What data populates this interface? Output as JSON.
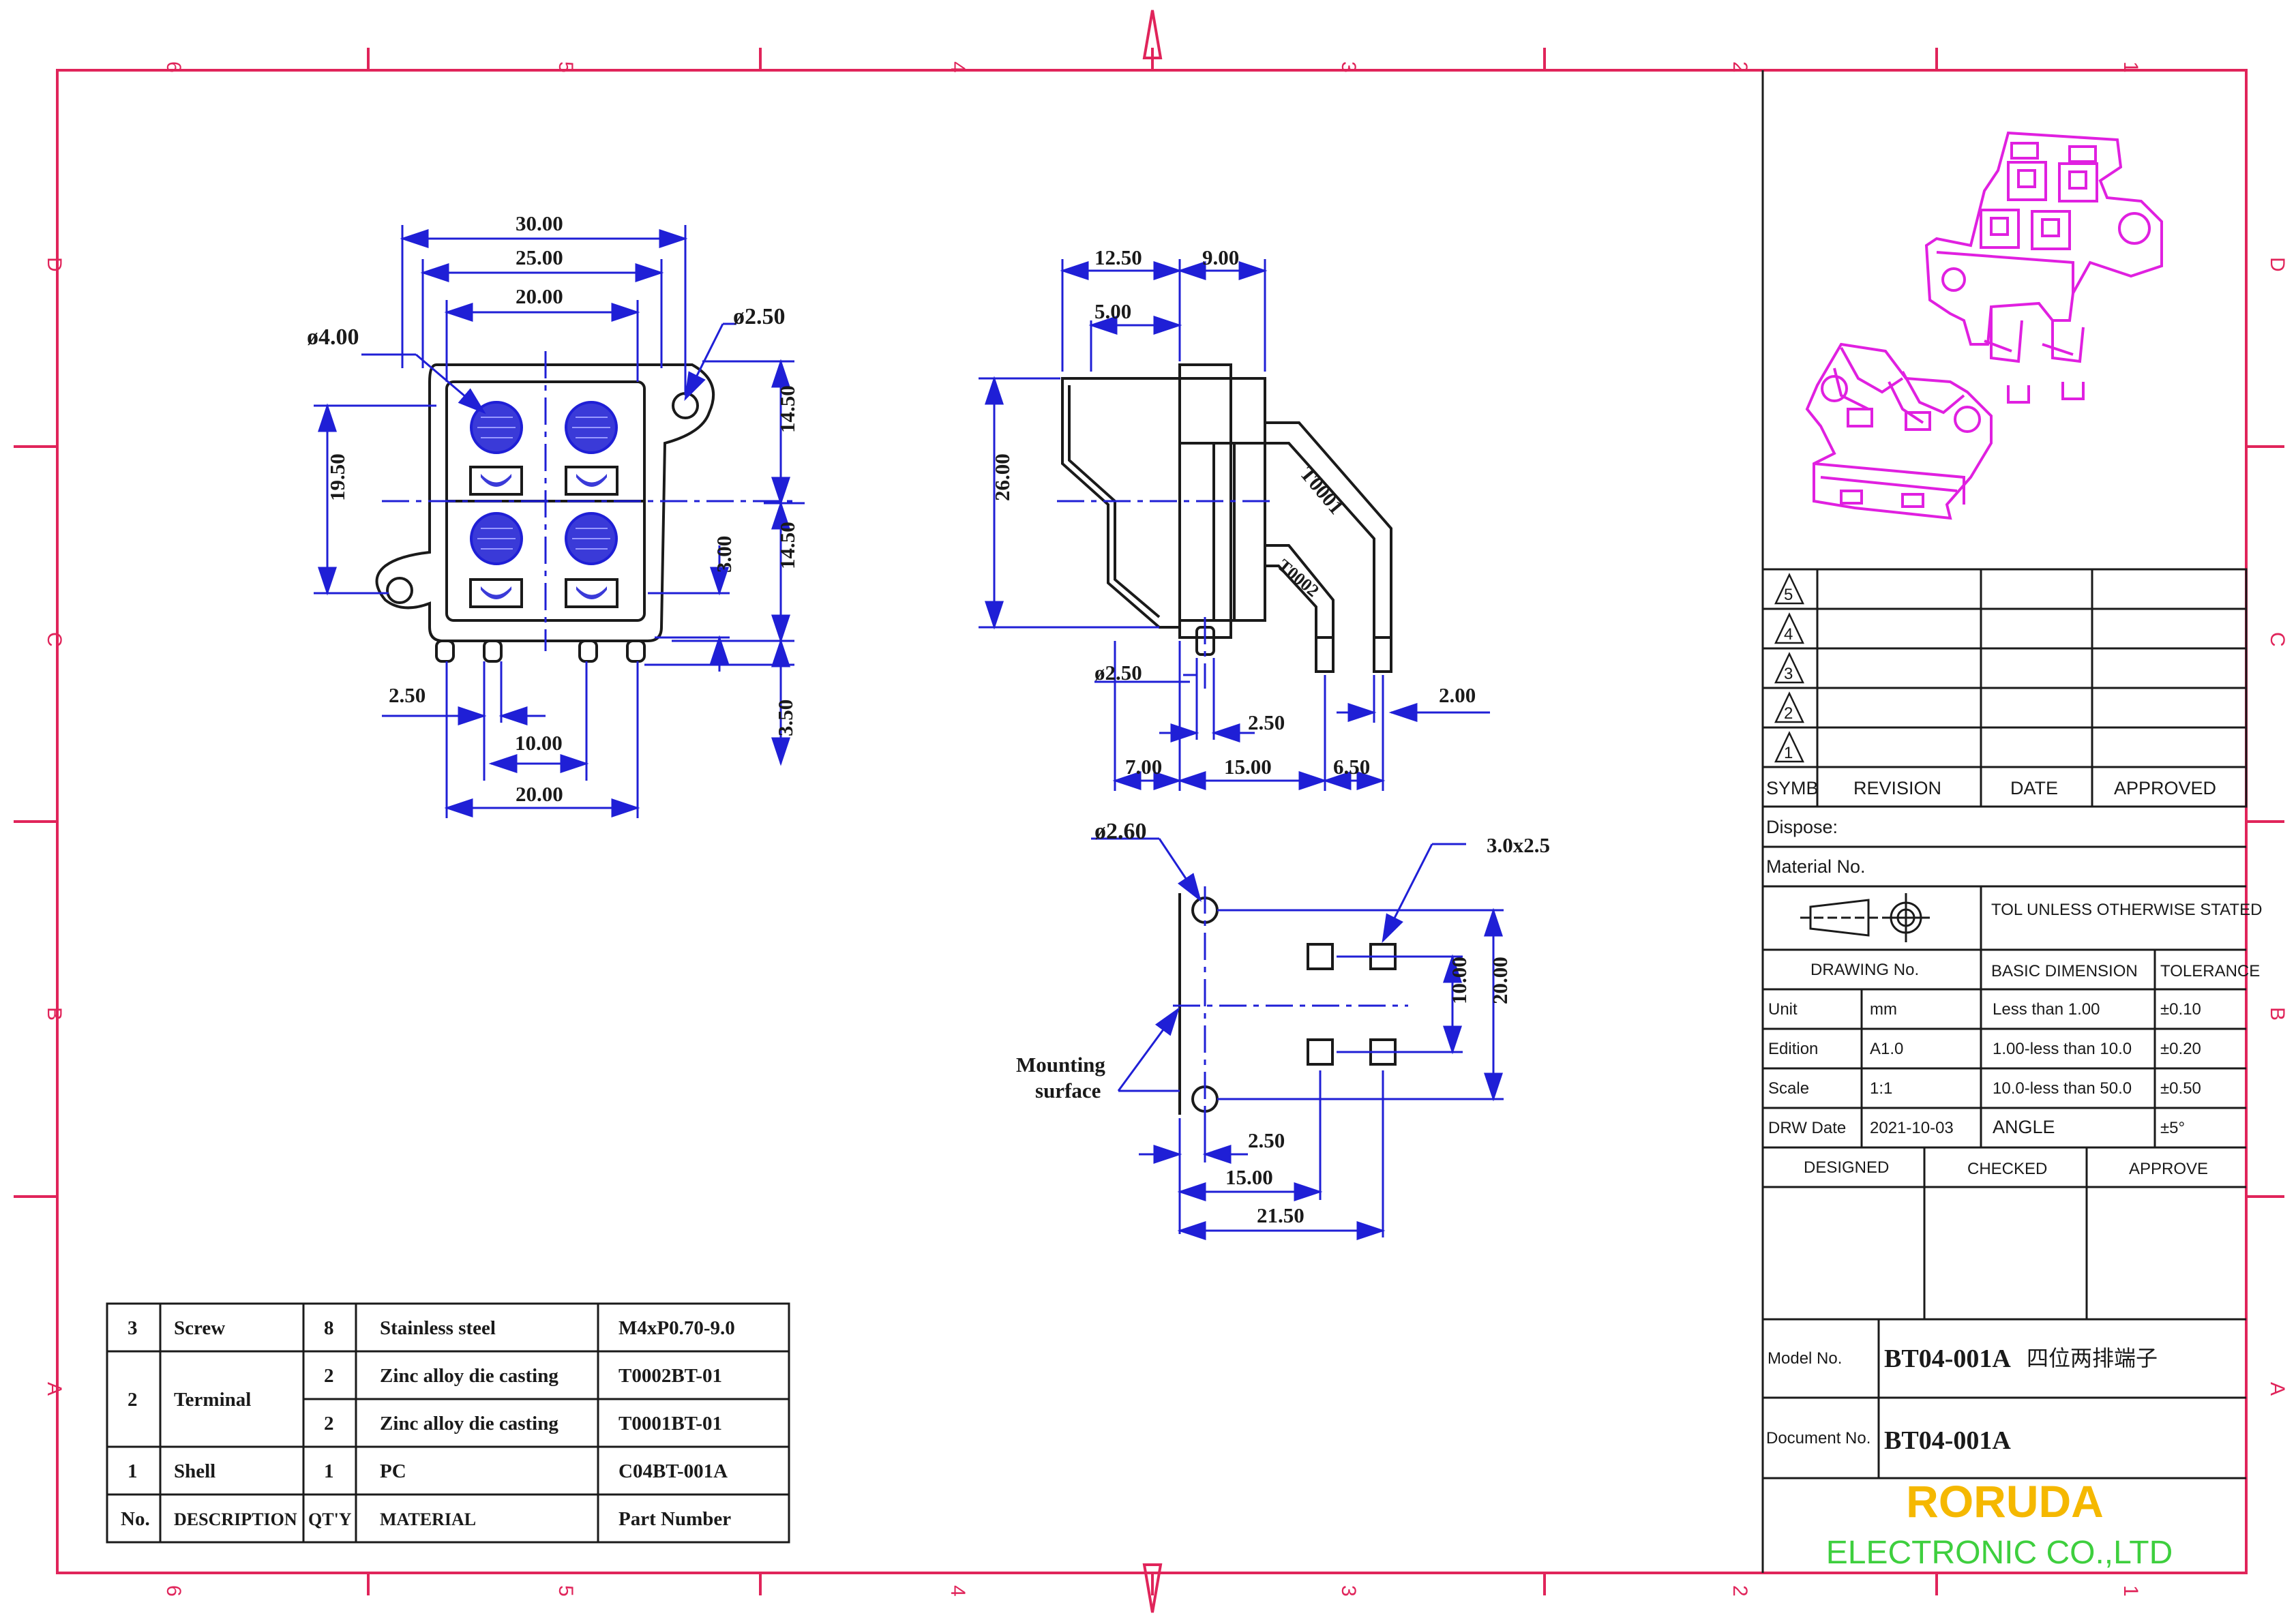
{
  "colors": {
    "frame": "#e0245a",
    "dimension": "#1f1fd6",
    "outline": "#1a1a1a",
    "iso_view": "#e020e0",
    "brand": "#f5b800",
    "brand_sub": "#3ecf3e"
  },
  "zones": {
    "columns": [
      "6",
      "5",
      "4",
      "3",
      "2",
      "1"
    ],
    "rows": [
      "D",
      "C",
      "B",
      "A"
    ]
  },
  "front_view": {
    "dims": {
      "d30": "30.00",
      "d25": "25.00",
      "d20top": "20.00",
      "dia4": "ø4.00",
      "dia25": "ø2.50",
      "d1950": "19.50",
      "d1450a": "14.50",
      "d1450b": "14.50",
      "d300": "3.00",
      "d350": "3.50",
      "d250": "2.50",
      "d1000": "10.00",
      "d20bot": "20.00"
    }
  },
  "side_view": {
    "dims": {
      "d1250": "12.50",
      "d900": "9.00",
      "d500": "5.00",
      "d2600": "26.00",
      "dia25": "ø2.50",
      "d250": "2.50",
      "d700": "7.00",
      "d1500": "15.00",
      "d650": "6.50",
      "d200": "2.00"
    },
    "part_labels": {
      "t1": "T0001",
      "t2": "T0002"
    }
  },
  "pcb_view": {
    "dims": {
      "dia26": "ø2.60",
      "slot": "3.0x2.5",
      "d1000": "10.00",
      "d2000": "20.00",
      "d250": "2.50",
      "d1500": "15.00",
      "d2150": "21.50"
    },
    "mounting_label_1": "Mounting",
    "mounting_label_2": "surface"
  },
  "bom": {
    "header": {
      "no": "No.",
      "description": "DESCRIPTION",
      "qty": "QT'Y",
      "material": "MATERIAL",
      "part_number": "Part Number"
    },
    "rows": [
      {
        "no": "3",
        "description": "Screw",
        "qty": "8",
        "material": "Stainless steel",
        "part_number": "M4xP0.70-9.0"
      },
      {
        "no": "2",
        "description": "Terminal",
        "qty": "2",
        "material": "Zinc alloy die casting",
        "part_number": "T0002BT-01"
      },
      {
        "no": "",
        "description": "",
        "qty": "2",
        "material": "Zinc alloy die casting",
        "part_number": "T0001BT-01"
      },
      {
        "no": "1",
        "description": "Shell",
        "qty": "1",
        "material": "PC",
        "part_number": "C04BT-001A"
      }
    ]
  },
  "title_block": {
    "revisions": {
      "symbols": [
        "5",
        "4",
        "3",
        "2",
        "1"
      ],
      "symb": "SYMB",
      "revision": "REVISION",
      "date": "DATE",
      "approved": "APPROVED"
    },
    "dispose": "Dispose:",
    "material_no": "Material No.",
    "tol_note": "TOL UNLESS OTHERWISE STATED",
    "drawing_no": "DRAWING No.",
    "basic_dimension": "BASIC DIMENSION",
    "tolerance": "TOLERANCE",
    "rows": [
      {
        "label": "Unit",
        "value": "mm",
        "range": "Less than 1.00",
        "tol": "±0.10"
      },
      {
        "label": "Edition",
        "value": "A1.0",
        "range": "1.00-less than 10.0",
        "tol": "±0.20"
      },
      {
        "label": "Scale",
        "value": "1:1",
        "range": "10.0-less than 50.0",
        "tol": "±0.50"
      },
      {
        "label": "DRW Date",
        "value": "2021-10-03",
        "range": "ANGLE",
        "tol": "±5°"
      }
    ],
    "designed": "DESIGNED",
    "checked": "CHECKED",
    "approve": "APPROVE",
    "model_label": "Model No.",
    "model_value": "BT04-001A",
    "model_desc": "四位两排端子",
    "document_label": "Document No.",
    "document_value": "BT04-001A",
    "company": "RORUDA",
    "company_sub": "ELECTRONIC CO.,LTD"
  }
}
